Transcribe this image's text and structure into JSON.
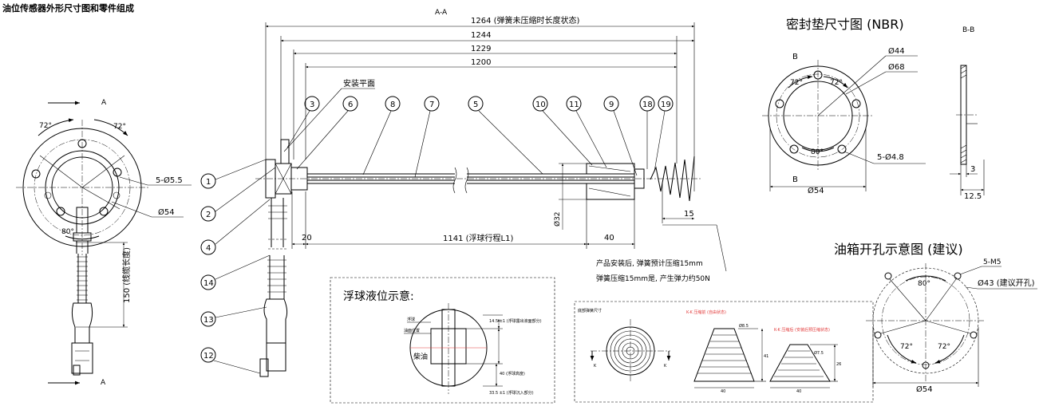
{
  "page": {
    "title": "油位传感器外形尺寸图和零件组成"
  },
  "main_view": {
    "section_label": "A-A",
    "dim_1264": "1264  (弹簧未压缩时长度状态)",
    "dim_1244": "1244",
    "dim_1229": "1229",
    "dim_1200": "1200",
    "mount_plane_label": "安装平面",
    "dim_20": "20",
    "dim_1141": "1141 (浮球行程L1)",
    "dim_40": "40",
    "dim_15": "15",
    "dim_d32": "Ø32",
    "balloons": [
      "1",
      "2",
      "3",
      "4",
      "6",
      "8",
      "7",
      "5",
      "10",
      "11",
      "9",
      "18",
      "19",
      "14",
      "13",
      "12"
    ],
    "spring_note_line1": "产品安装后, 弹簧预计压缩15mm",
    "spring_note_line2": "弹簧压缩15mm是, 产生弹力约50N"
  },
  "left_view": {
    "label_a_top": "A",
    "label_a_bottom": "A",
    "angle_72_left": "72°",
    "angle_72_right": "72°",
    "angle_80": "80°",
    "holes": "5-Ø5.5",
    "diameter": "Ø54",
    "cable_length": "150 (线缆长度)"
  },
  "gasket": {
    "title": "密封垫尺寸图 (NBR)",
    "label_b_top": "B",
    "label_b_bottom": "B",
    "d44": "Ø44",
    "d68": "Ø68",
    "angle_72_left": "72°",
    "angle_72_right": "72°",
    "angle_80": "80°",
    "holes": "5-Ø4.8",
    "d54": "Ø54",
    "section_label": "B-B",
    "dim_3": "3",
    "dim_12_5": "12.5"
  },
  "tank_hole": {
    "title": "油箱开孔示意图 (建议)",
    "m5": "5-M5",
    "d43": "Ø43 (建议开孔)",
    "angle_80": "80°",
    "angle_72_left": "72°",
    "angle_72_right": "72°",
    "d54": "Ø54"
  },
  "float_box": {
    "title": "浮球液位示意:",
    "float_label": "浮球",
    "level_label": "油面位置",
    "oil_label": "柴油",
    "dim_top": "14.5 ±1 (浮球露出液面部分)",
    "dim_mid": "40 (浮球高度)",
    "dim_bottom": "33.5 ±1 (浮球沉入部分)"
  },
  "spring_box": {
    "title": "底部弹簧尺寸",
    "label_free": "K-K 压缩前 (自由状态)",
    "label_comp": "K-K 压缩后 (安装后预压缩状态)",
    "d_top": "Ø8.5",
    "d_top2": "Ø7.5",
    "h1": "41",
    "h2": "26",
    "w1": "40",
    "w2": "40",
    "k1": "K",
    "k2": "K"
  }
}
